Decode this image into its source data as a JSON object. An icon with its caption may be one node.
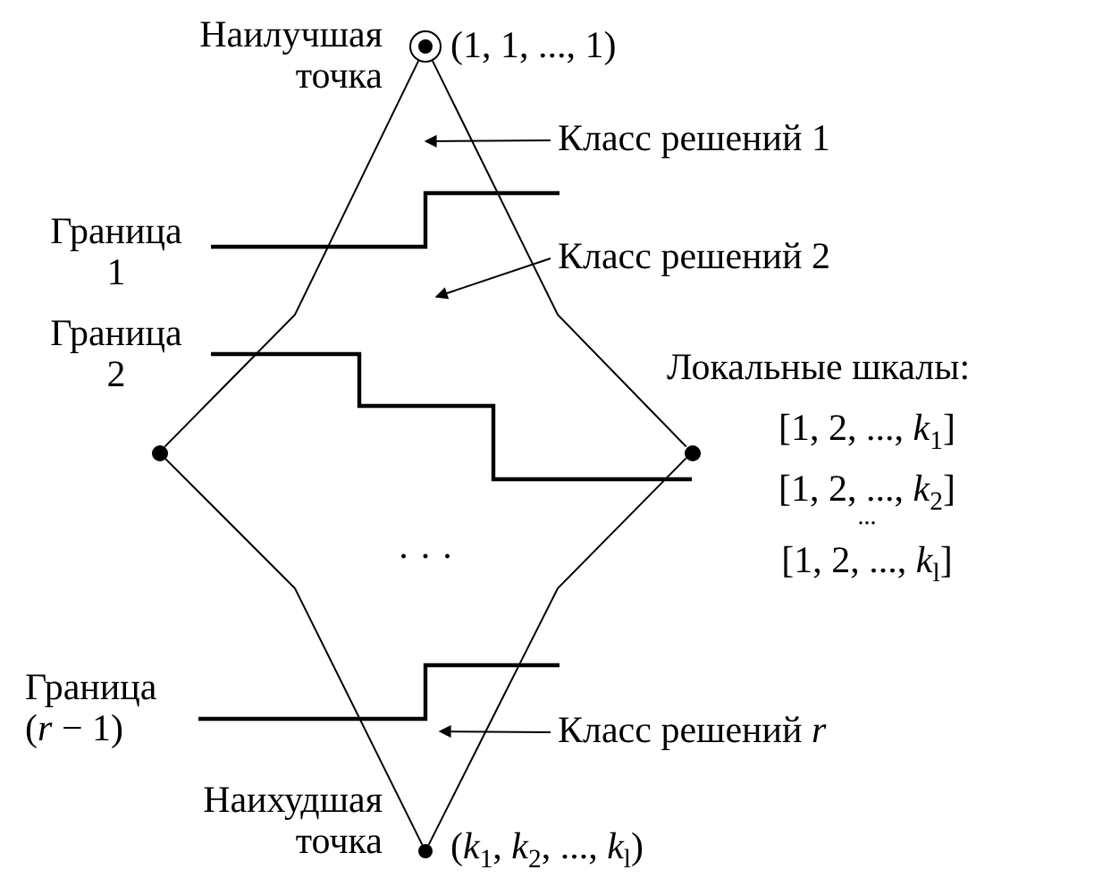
{
  "diagram": {
    "nodes": [
      {
        "text": [],
        "shape": "circle",
        "beside": [
          "Наилучшая точка",
          "(1, 1, ..., 1)"
        ]
      },
      {
        "text": [
          "Класс решений 1"
        ]
      },
      {
        "text": [
          "Класс решений 2"
        ]
      },
      {
        "text": [],
        "shape": "circle"
      },
      {
        "text": [],
        "shape": "circle"
      },
      {
        "text": [
          "Класс решений *r*"
        ]
      },
      {
        "text": [],
        "shape": "circle",
        "beside": [
          "Наихудшая точка",
          "(*k*$_{1}$, *k*$_{2}$, ..., *k*$_{l}$)"
        ]
      }
    ],
    "edges": [
      {
        "from": 0,
        "to": 3,
        "arrow": "none"
      },
      {
        "from": 0,
        "to": 4,
        "arrow": "none"
      },
      {
        "from": 3,
        "to": 6,
        "arrow": "none"
      },
      {
        "from": 4,
        "to": 6,
        "arrow": "none"
      },
      {
        "from": 1,
        "to": null,
        "arrow": "to"
      },
      {
        "from": 2,
        "to": null,
        "arrow": "to"
      },
      {
        "from": 5,
        "to": null,
        "arrow": "to"
      }
    ],
    "labels": [
      "Граница 1",
      "Граница 2",
      "Локальные шкалы:",
      "[1, 2, ..., *k*$_{1}$]",
      "[1, 2, ..., *k*$_{2}$]",
      "...",
      "[1, 2, ..., *k*$_{l}$]",
      "· · ·",
      "Граница (*r* − 1)"
    ]
  }
}
